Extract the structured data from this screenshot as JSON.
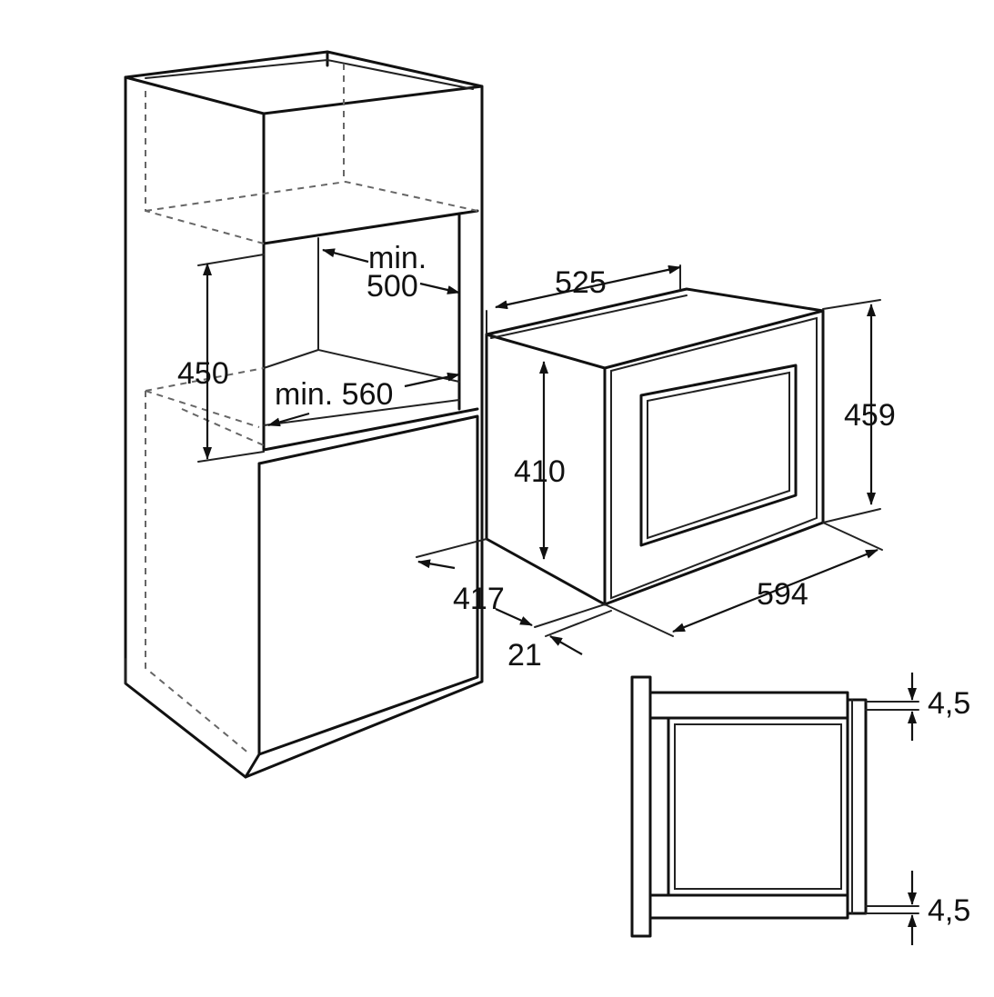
{
  "labels": {
    "min_500_line1": "min.",
    "min_500_line2": "500",
    "cabinet_height": "450",
    "min_560": "min. 560",
    "depth_top": "525",
    "oven_height": "410",
    "front_height": "459",
    "side_depth": "417",
    "front_width": "594",
    "front_thickness": "21",
    "gap_top": "4,5",
    "gap_bottom": "4,5"
  },
  "colors": {
    "line": "#111111",
    "background": "#ffffff"
  }
}
